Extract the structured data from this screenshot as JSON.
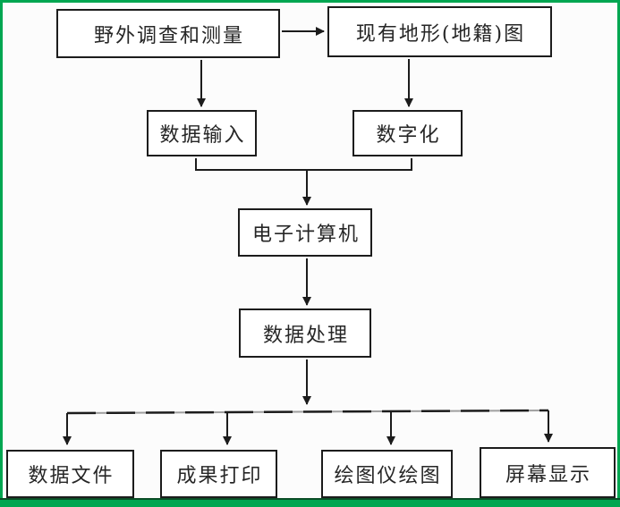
{
  "frame": {
    "border_color": "#00a651",
    "background": "#fcfcfc",
    "line_color": "#1c1c1c",
    "box_fill": "#ffffff"
  },
  "diagram": {
    "type": "flowchart",
    "nodes": [
      {
        "id": "field-survey",
        "label": "野外调查和测量"
      },
      {
        "id": "existing-map",
        "label": "现有地形(地籍)图"
      },
      {
        "id": "data-input",
        "label": "数据输入"
      },
      {
        "id": "digitization",
        "label": "数字化"
      },
      {
        "id": "computer",
        "label": "电子计算机"
      },
      {
        "id": "data-processing",
        "label": "数据处理"
      },
      {
        "id": "data-file",
        "label": "数据文件"
      },
      {
        "id": "result-print",
        "label": "成果打印"
      },
      {
        "id": "plotter-drawing",
        "label": "绘图仪绘图"
      },
      {
        "id": "screen-display",
        "label": "屏幕显示"
      }
    ],
    "edges": [
      {
        "from": "field-survey",
        "to": "existing-map"
      },
      {
        "from": "field-survey",
        "to": "data-input"
      },
      {
        "from": "existing-map",
        "to": "digitization"
      },
      {
        "from": "data-input",
        "to": "computer"
      },
      {
        "from": "digitization",
        "to": "computer"
      },
      {
        "from": "computer",
        "to": "data-processing"
      },
      {
        "from": "data-processing",
        "to": "data-file"
      },
      {
        "from": "data-processing",
        "to": "result-print"
      },
      {
        "from": "data-processing",
        "to": "plotter-drawing"
      },
      {
        "from": "data-processing",
        "to": "screen-display"
      }
    ]
  }
}
